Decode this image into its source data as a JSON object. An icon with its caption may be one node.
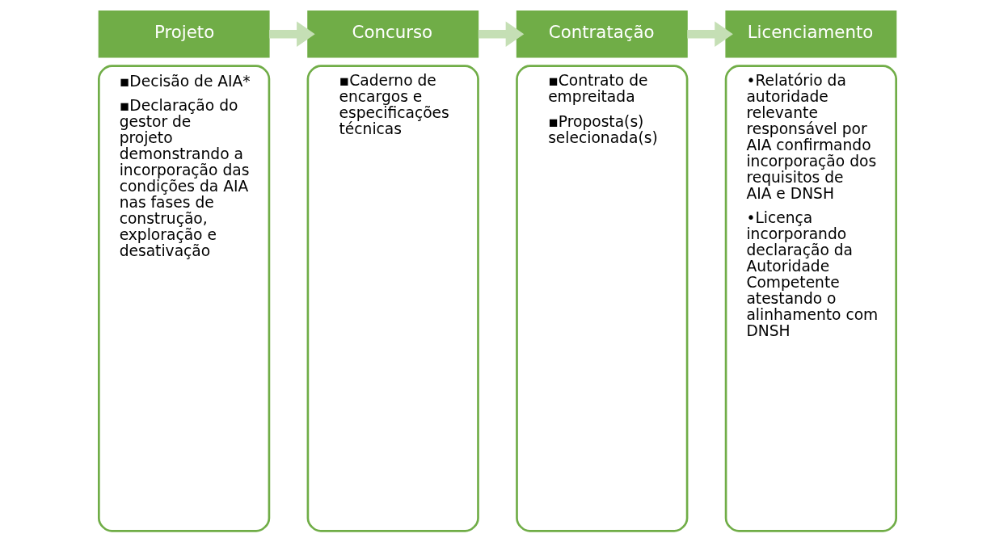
{
  "diagram": {
    "nodes": [
      {
        "text": [
          "Projeto"
        ]
      },
      {
        "text": [
          "▪Decisão de AIA*",
          "▪Declaração do gestor de projeto demonstrando a incorporação das condições da AIA nas fases de construção, exploração e desativação"
        ]
      },
      {
        "text": [
          "Concurso"
        ]
      },
      {
        "text": [
          "▪Caderno de encargos e especificações técnicas"
        ]
      },
      {
        "text": [
          "Contratação"
        ]
      },
      {
        "text": [
          "▪Contrato de empreitada",
          "▪Proposta(s) selecionada(s)"
        ]
      },
      {
        "text": [
          "Licenciamento"
        ]
      },
      {
        "text": [
          "•Relatório da autoridade relevante responsável por AIA confirmando incorporação dos requisitos de AIA e DNSH",
          "•Licença incorporando declaração da Autoridade Competente atestando o alinhamento com DNSH"
        ]
      }
    ],
    "edges": [
      {
        "from": 0,
        "to": 2,
        "arrow": "to"
      },
      {
        "from": 2,
        "to": 4,
        "arrow": "to"
      },
      {
        "from": 4,
        "to": 6,
        "arrow": "to"
      }
    ]
  }
}
